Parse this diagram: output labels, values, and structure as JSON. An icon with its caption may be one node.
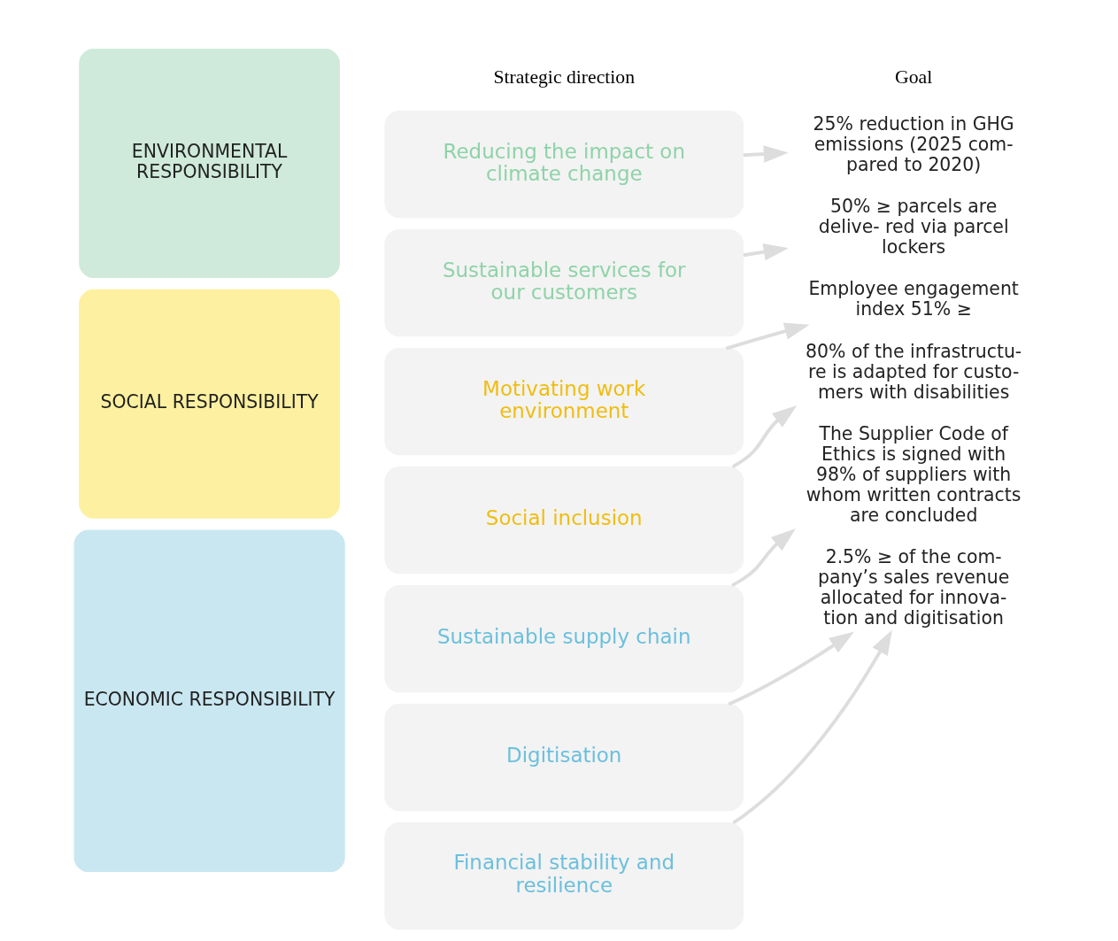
{
  "diagram": {
    "nodes": [
      {
        "text": [
          "ENVIRONMENTAL RESPONSIBILITY"
        ]
      },
      {
        "text": [
          "Reducing the impact on climate change"
        ]
      },
      {
        "text": [
          "Sustainable services for our customers"
        ]
      },
      {
        "text": [
          "25% reduction in GHG emissions (2025 com- pared to 2020)"
        ]
      },
      {
        "text": [
          "50% ≥ parcels are delive- red via parcel lockers"
        ]
      },
      {
        "text": [
          "SOCIAL RESPONSIBILITY"
        ]
      },
      {
        "text": [
          "Motivating work environment"
        ]
      },
      {
        "text": [
          "Social inclusion"
        ]
      },
      {
        "text": [
          "Employee engagement index 51% ≥"
        ]
      },
      {
        "text": [
          "80% of the infrastructu- re is adapted for custo- mers with disabilities"
        ]
      },
      {
        "text": [
          "ECONOMIC RESPONSIBILITY"
        ]
      },
      {
        "text": [
          "Sustainable supply chain"
        ]
      },
      {
        "text": [
          "Digitisation"
        ]
      },
      {
        "text": [
          "Financial stability and resilience"
        ]
      },
      {
        "text": [
          "The Supplier Code of Ethics is signed with 98% of suppliers with whom written contracts are concluded"
        ]
      },
      {
        "text": [
          "2.5% ≥ of the com- pany’s sales revenue allocated for innova- tion and digitisation"
        ]
      }
    ],
    "edges": [
      {
        "from": 1,
        "to": 3,
        "arrow": "to"
      },
      {
        "from": 2,
        "to": 4,
        "arrow": "to"
      },
      {
        "from": 6,
        "to": 8,
        "arrow": "to"
      },
      {
        "from": 7,
        "to": 9,
        "arrow": "to"
      },
      {
        "from": 11,
        "to": 14,
        "arrow": "to"
      },
      {
        "from": 12,
        "to": 15,
        "arrow": "to"
      },
      {
        "from": 13,
        "to": 15,
        "arrow": "to"
      }
    ],
    "labels": [
      "Strategic direction",
      "Goal"
    ]
  }
}
